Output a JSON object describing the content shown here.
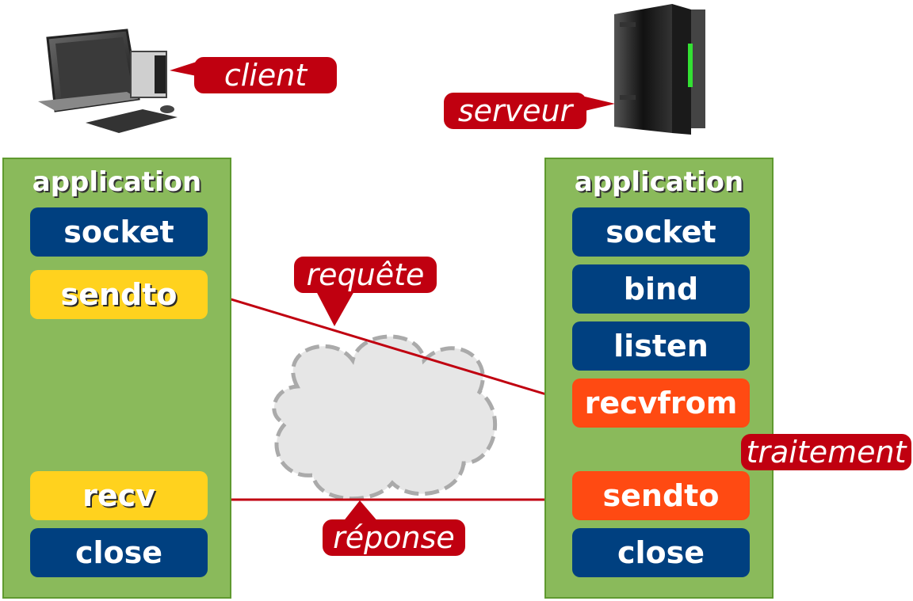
{
  "labels": {
    "client": "client",
    "server": "serveur",
    "request": "requête",
    "response": "réponse",
    "processing": "traitement"
  },
  "client": {
    "title": "application",
    "steps": [
      "socket",
      "sendto",
      "recv",
      "close"
    ]
  },
  "server": {
    "title": "application",
    "steps": [
      "socket",
      "bind",
      "listen",
      "recvfrom",
      "sendto",
      "close"
    ]
  },
  "colors": {
    "panel": "#8aba5b",
    "setup_call": "#004080",
    "client_io": "#ffd21e",
    "server_io": "#ff4a12",
    "callout": "#c00010"
  },
  "icons": [
    "desktop-computer-icon",
    "server-tower-icon",
    "network-cloud-icon"
  ]
}
